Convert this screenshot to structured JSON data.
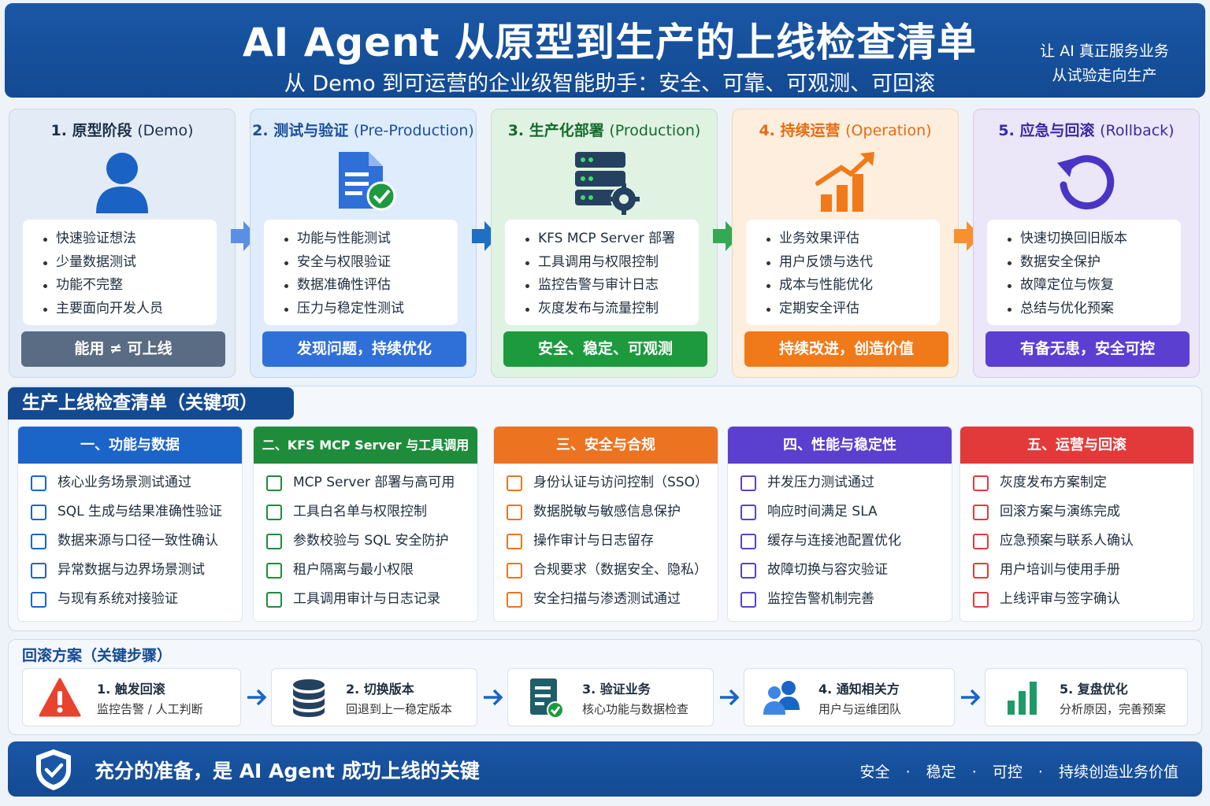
{
  "header": {
    "title": "AI Agent 从原型到生产的上线检查清单",
    "subtitle": "从 Demo 到可运营的企业级智能助手：安全、可靠、可观测、可回滚",
    "side_line1": "让 AI 真正服务业务",
    "side_line2": "从试验走向生产"
  },
  "stages": [
    {
      "title": "1. 原型阶段",
      "title_en": "(Demo)",
      "icon": "user-icon",
      "items": [
        "快速验证想法",
        "少量数据测试",
        "功能不完整",
        "主要面向开发人员"
      ],
      "footer": "能用 ≠ 可上线",
      "color": "#5a6c84"
    },
    {
      "title": "2. 测试与验证",
      "title_en": "(Pre-Production)",
      "icon": "document-check-icon",
      "items": [
        "功能与性能测试",
        "安全与权限验证",
        "数据准确性评估",
        "压力与稳定性测试"
      ],
      "footer": "发现问题，持续优化",
      "color": "#2f6fd8"
    },
    {
      "title": "3. 生产化部署",
      "title_en": "(Production)",
      "icon": "server-gear-icon",
      "items": [
        "KFS MCP Server 部署",
        "工具调用与权限控制",
        "监控告警与审计日志",
        "灰度发布与流量控制"
      ],
      "footer": "安全、稳定、可观测",
      "color": "#1e9a3e"
    },
    {
      "title": "4. 持续运营",
      "title_en": "(Operation)",
      "icon": "growth-chart-icon",
      "items": [
        "业务效果评估",
        "用户反馈与迭代",
        "成本与性能优化",
        "定期安全评估"
      ],
      "footer": "持续改进，创造价值",
      "color": "#f07a1a"
    },
    {
      "title": "5. 应急与回滚",
      "title_en": "(Rollback)",
      "icon": "rollback-icon",
      "items": [
        "快速切换回旧版本",
        "数据安全保护",
        "故障定位与恢复",
        "总结与优化预案"
      ],
      "footer": "有备无患，安全可控",
      "color": "#5a3fd0"
    }
  ],
  "checklist": {
    "title": "生产上线检查清单（关键项）",
    "columns": [
      {
        "head": "一、功能与数据",
        "color": "#1b64c8",
        "items": [
          "核心业务场景测试通过",
          "SQL 生成与结果准确性验证",
          "数据来源与口径一致性确认",
          "异常数据与边界场景测试",
          "与现有系统对接验证"
        ]
      },
      {
        "head": "二、KFS MCP Server 与工具调用",
        "color": "#1e8c3a",
        "items": [
          "MCP Server 部署与高可用",
          "工具白名单与权限控制",
          "参数校验与 SQL 安全防护",
          "租户隔离与最小权限",
          "工具调用审计与日志记录"
        ]
      },
      {
        "head": "三、安全与合规",
        "color": "#ec7320",
        "items": [
          "身份认证与访问控制（SSO）",
          "数据脱敏与敏感信息保护",
          "操作审计与日志留存",
          "合规要求（数据安全、隐私）",
          "安全扫描与渗透测试通过"
        ]
      },
      {
        "head": "四、性能与稳定性",
        "color": "#5b3fcf",
        "items": [
          "并发压力测试通过",
          "响应时间满足 SLA",
          "缓存与连接池配置优化",
          "故障切换与容灾验证",
          "监控告警机制完善"
        ]
      },
      {
        "head": "五、运营与回滚",
        "color": "#e23a3a",
        "items": [
          "灰度发布方案制定",
          "回滚方案与演练完成",
          "应急预案与联系人确认",
          "用户培训与使用手册",
          "上线评审与签字确认"
        ]
      }
    ]
  },
  "rollback": {
    "title": "回滚方案（关键步骤）",
    "steps": [
      {
        "name": "1. 触发回滚",
        "desc": "监控告警 / 人工判断",
        "icon": "warning-icon"
      },
      {
        "name": "2. 切换版本",
        "desc": "回退到上一稳定版本",
        "icon": "database-icon"
      },
      {
        "name": "3. 验证业务",
        "desc": "核心功能与数据检查",
        "icon": "checklist-icon"
      },
      {
        "name": "4. 通知相关方",
        "desc": "用户与运维团队",
        "icon": "team-icon"
      },
      {
        "name": "5. 复盘优化",
        "desc": "分析原因，完善预案",
        "icon": "bar-chart-icon"
      }
    ]
  },
  "footer": {
    "main": "充分的准备，是 AI Agent 成功上线的关键",
    "tags": [
      "安全",
      "稳定",
      "可控",
      "持续创造业务价值"
    ],
    "separator": "·"
  }
}
